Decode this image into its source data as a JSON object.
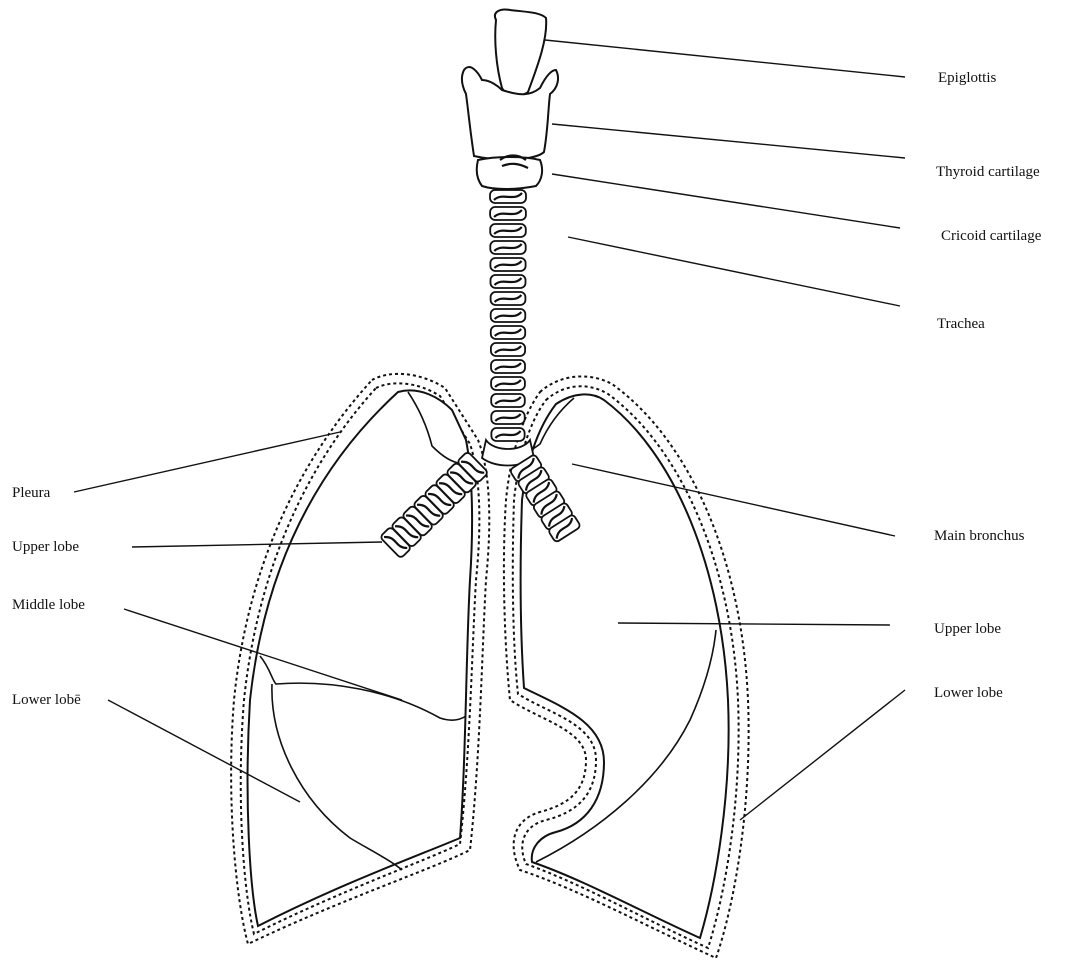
{
  "labels": {
    "epiglottis": "Epiglottis",
    "thyroid_cartilage": "Thyroid cartilage",
    "cricoid_cartilage": "Cricoid cartilage",
    "trachea": "Trachea",
    "pleura": "Pleura",
    "main_bronchus": "Main bronchus",
    "right_upper_lobe": "Upper lobe",
    "middle_lobe": "Middle lobe",
    "right_lower_lobe": "Lower lobē",
    "left_upper_lobe": "Upper lobe",
    "left_lower_lobe": "Lower lobe"
  }
}
